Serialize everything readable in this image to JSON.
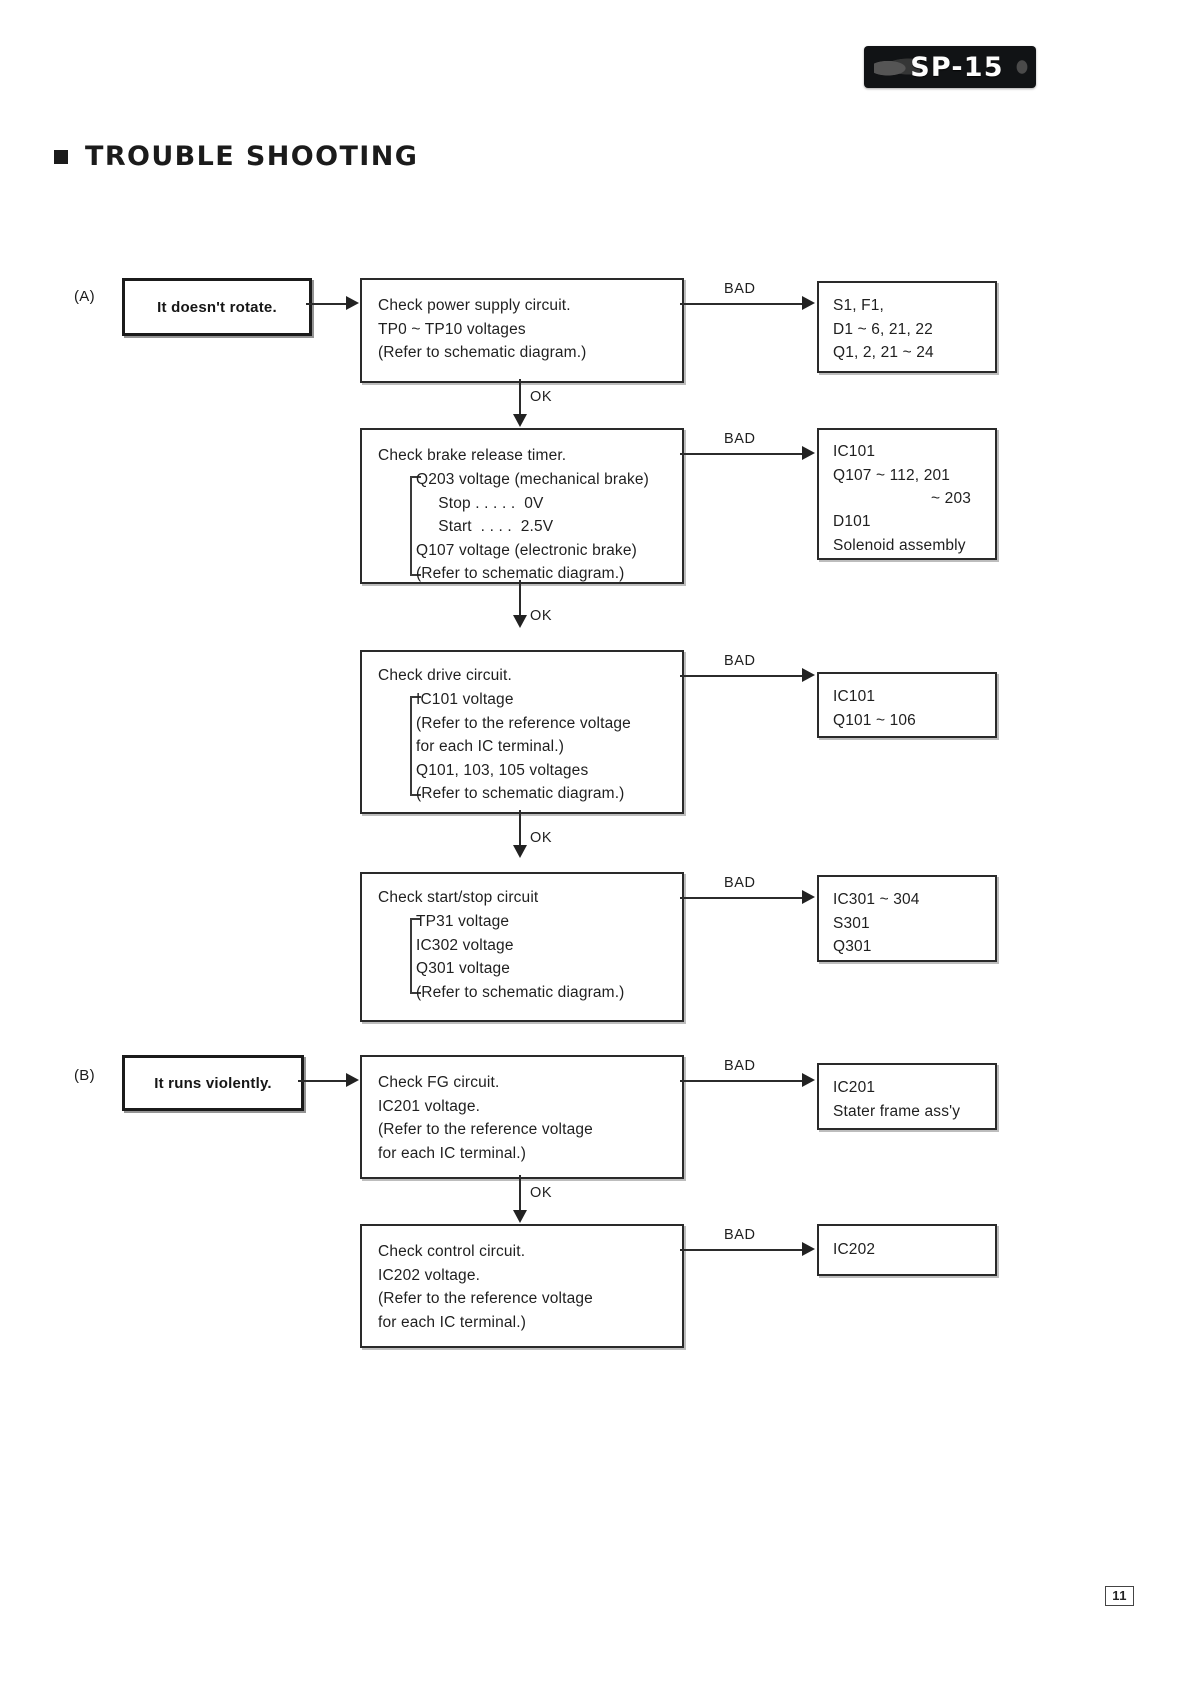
{
  "header": {
    "badge_label": "SP-15",
    "badge_color": "#111315"
  },
  "section": {
    "title": "TROUBLE SHOOTING",
    "bullet_icon": "filled-square-bullet"
  },
  "labels": {
    "ok": "OK",
    "bad": "BAD"
  },
  "branches": [
    {
      "tag": "(A)",
      "symptom": "It doesn't rotate.",
      "steps": [
        {
          "process": "Check power supply circuit.\nTP0 ~ TP10 voltages\n(Refer to schematic diagram.)",
          "edge_label": "BAD",
          "result": "S1, F1,\nD1 ~ 6, 21, 22\nQ1, 2, 21 ~ 24",
          "next_label": "OK"
        },
        {
          "process_head": "Check brake release timer.",
          "process_sub": "Q203 voltage (mechanical brake)\n     Stop . . . . .  0V\n     Start  . . . .  2.5V\nQ107 voltage (electronic brake)\n(Refer to schematic diagram.)",
          "edge_label": "BAD",
          "result": "IC101\nQ107 ~ 112, 201",
          "result_cont": "~ 203",
          "result_tail": "D101\nSolenoid assembly",
          "next_label": "OK"
        },
        {
          "process_head": "Check drive circuit.",
          "process_sub": "IC101 voltage\n(Refer to the reference voltage\nfor each IC terminal.)\nQ101, 103, 105 voltages\n(Refer to schematic diagram.)",
          "edge_label": "BAD",
          "result": "IC101\nQ101 ~ 106",
          "next_label": "OK"
        },
        {
          "process_head": "Check start/stop circuit",
          "process_sub": "TP31 voltage\nIC302 voltage\nQ301 voltage\n(Refer to schematic diagram.)",
          "edge_label": "BAD",
          "result": "IC301 ~ 304\nS301\nQ301"
        }
      ]
    },
    {
      "tag": "(B)",
      "symptom": "It runs violently.",
      "steps": [
        {
          "process": "Check FG circuit.\nIC201 voltage.\n(Refer to the reference voltage\nfor each IC terminal.)",
          "edge_label": "BAD",
          "result": "IC201\nStater frame ass'y",
          "next_label": "OK"
        },
        {
          "process": "Check control circuit.\nIC202 voltage.\n(Refer to the reference voltage\nfor each IC terminal.)",
          "edge_label": "BAD",
          "result": "IC202"
        }
      ]
    }
  ],
  "footer": {
    "page_number": "11"
  }
}
